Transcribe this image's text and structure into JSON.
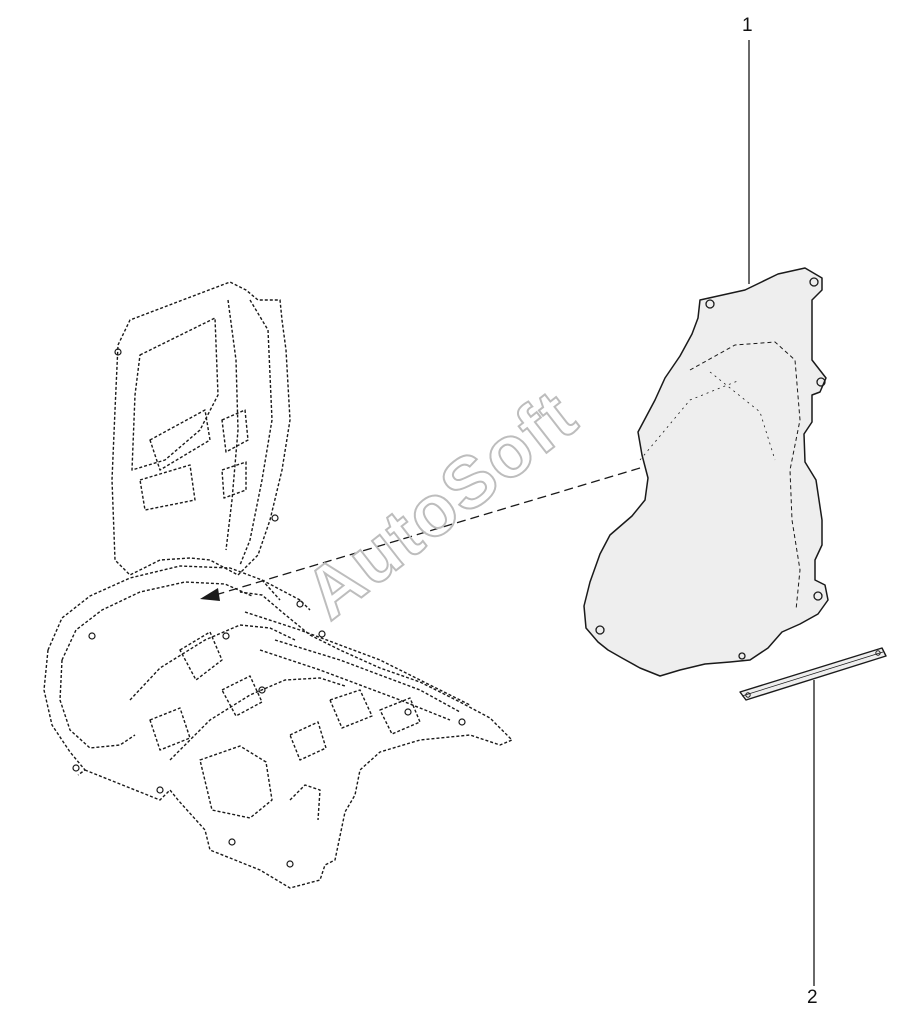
{
  "diagram": {
    "callouts": [
      {
        "id": "1",
        "label": "1"
      },
      {
        "id": "2",
        "label": "2"
      }
    ],
    "watermark": "AutoSoft",
    "colors": {
      "line": "#1a1a1a",
      "part_fill": "#eeeeee",
      "watermark": "#bdbdbd",
      "background": "#ffffff"
    }
  }
}
